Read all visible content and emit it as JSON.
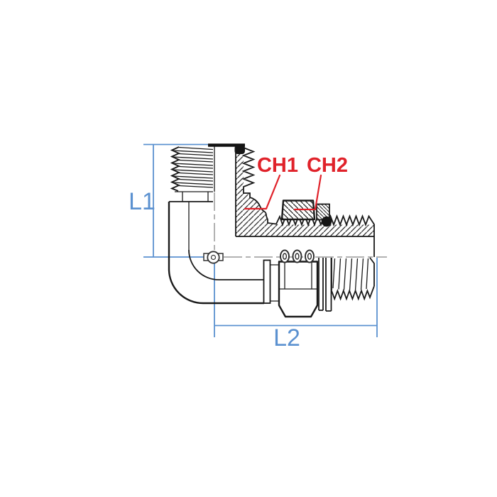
{
  "diagram": {
    "dimensions": {
      "l1": "L1",
      "l2": "L2"
    },
    "callouts": {
      "ch1": "CH1",
      "ch2": "CH2"
    },
    "colors": {
      "dimension_blue": "#5b91d0",
      "callout_red": "#e0222a",
      "line_black": "#1a1a1a",
      "background": "#ffffff"
    }
  }
}
